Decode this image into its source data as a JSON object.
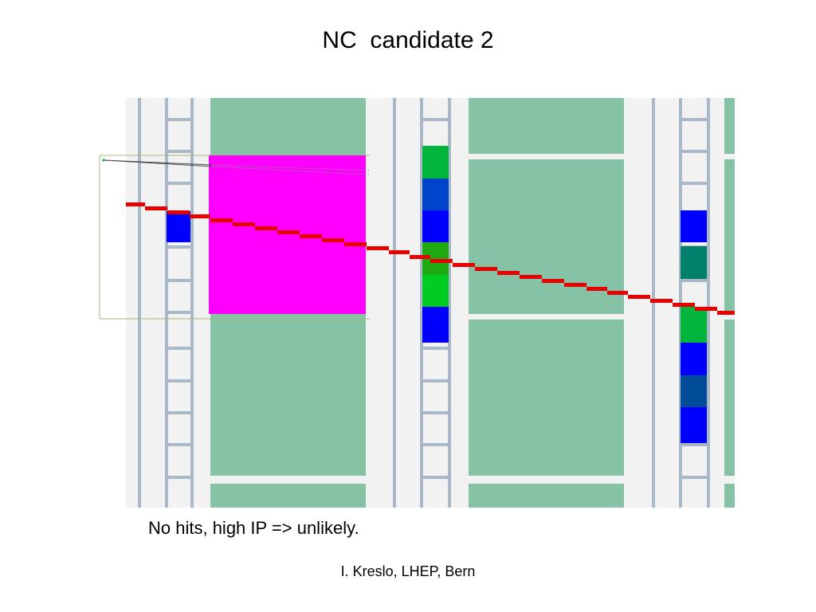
{
  "slide": {
    "title": "NC  candidate 2",
    "caption": "No hits, high IP => unlikely.",
    "footer": "I. Kreslo, LHEP, Bern"
  },
  "colors": {
    "emulsion": "#86C2A5",
    "frame_bg": "#F2F2F2",
    "rail": "#A9B8C6",
    "magenta_block": "#FF00FF",
    "track": "#E60000",
    "hit_blue": "#0000FF",
    "hit_green": "#00B43C",
    "hit_dark_blue": "#0044CC",
    "hit_teal": "#007F6A",
    "hit_steel_blue": "#004C99",
    "hit_grass": "#1FAA12",
    "outline": "#A6B873"
  }
}
